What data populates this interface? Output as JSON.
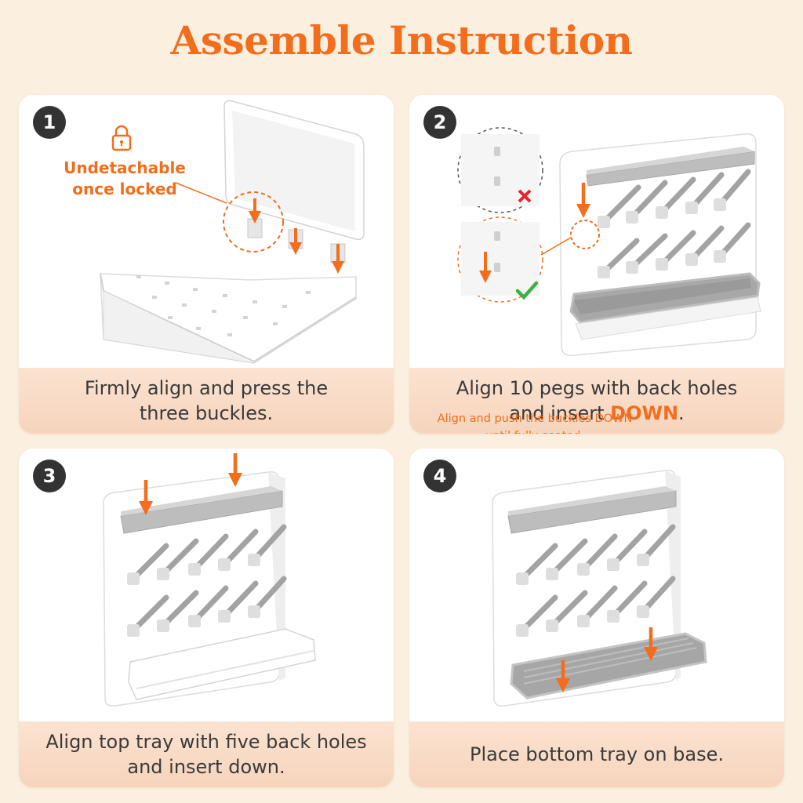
{
  "title": "Assemble Instruction",
  "colors": {
    "accent": "#f26d1c",
    "badge": "#333333",
    "background": "#fbefdf",
    "rack": "#ffffff",
    "pegs": "#a3a3a3"
  },
  "steps": [
    {
      "number": "1",
      "caption_line1": "Firmly align and press the",
      "caption_line2": "three buckles.",
      "note_line1": "Undetachable",
      "note_line2": "once locked",
      "icon": "lock-icon"
    },
    {
      "number": "2",
      "caption_line1": "Align 10 pegs with back holes",
      "caption_pre": "and insert ",
      "caption_highlight": "DOWN",
      "caption_post": ".",
      "note_line1": "Align and push the buckles",
      "note_line2": "DOWN until fully seated.",
      "wrong_icon": "cross-icon",
      "right_icon": "checkmark-icon"
    },
    {
      "number": "3",
      "caption_line1": "Align top tray with five back holes",
      "caption_line2": "and insert down."
    },
    {
      "number": "4",
      "caption_line1": "Place bottom tray on base."
    }
  ]
}
